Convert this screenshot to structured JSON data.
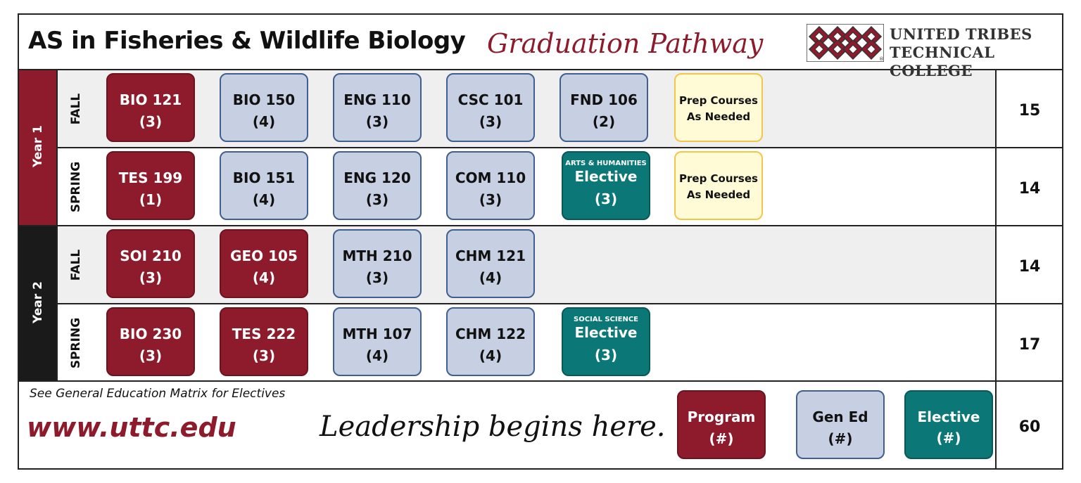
{
  "header": {
    "title": "AS in Fisheries & Wildlife Biology",
    "subtitle": "Graduation Pathway",
    "logo_line1": "UNITED TRIBES",
    "logo_line2": "TECHNICAL COLLEGE",
    "logo_mark": "®"
  },
  "colors": {
    "program": "#8e1b2c",
    "gened": "#c6d0e2",
    "elective": "#0b7877",
    "prep": "#fffbd6",
    "year2": "#1a1a1a"
  },
  "years": [
    {
      "label": "Year 1",
      "terms": [
        {
          "name": "FALL",
          "credits": "15",
          "courses": [
            {
              "type": "program",
              "code": "BIO 121",
              "credits": "(3)"
            },
            {
              "type": "gened",
              "code": "BIO 150",
              "credits": "(4)"
            },
            {
              "type": "gened",
              "code": "ENG 110",
              "credits": "(3)"
            },
            {
              "type": "gened",
              "code": "CSC 101",
              "credits": "(3)"
            },
            {
              "type": "gened",
              "code": "FND 106",
              "credits": "(2)"
            },
            {
              "type": "prep",
              "code": "Prep Courses",
              "credits": "As Needed"
            }
          ]
        },
        {
          "name": "SPRING",
          "credits": "14",
          "courses": [
            {
              "type": "program",
              "code": "TES 199",
              "credits": "(1)"
            },
            {
              "type": "gened",
              "code": "BIO 151",
              "credits": "(4)"
            },
            {
              "type": "gened",
              "code": "ENG 120",
              "credits": "(3)"
            },
            {
              "type": "gened",
              "code": "COM 110",
              "credits": "(3)"
            },
            {
              "type": "elective",
              "tag": "ARTS & HUMANITIES",
              "code": "Elective",
              "credits": "(3)"
            },
            {
              "type": "prep",
              "code": "Prep Courses",
              "credits": "As Needed"
            }
          ]
        }
      ]
    },
    {
      "label": "Year 2",
      "terms": [
        {
          "name": "FALL",
          "credits": "14",
          "courses": [
            {
              "type": "program",
              "code": "SOI 210",
              "credits": "(3)"
            },
            {
              "type": "program",
              "code": "GEO 105",
              "credits": "(4)"
            },
            {
              "type": "gened",
              "code": "MTH 210",
              "credits": "(3)"
            },
            {
              "type": "gened",
              "code": "CHM 121",
              "credits": "(4)"
            }
          ]
        },
        {
          "name": "SPRING",
          "credits": "17",
          "courses": [
            {
              "type": "program",
              "code": "BIO 230",
              "credits": "(3)"
            },
            {
              "type": "program",
              "code": "TES 222",
              "credits": "(3)"
            },
            {
              "type": "gened",
              "code": "MTH 107",
              "credits": "(4)"
            },
            {
              "type": "gened",
              "code": "CHM 122",
              "credits": "(4)"
            },
            {
              "type": "elective",
              "tag": "SOCIAL SCIENCE",
              "code": "Elective",
              "credits": "(3)"
            }
          ]
        }
      ]
    }
  ],
  "footer": {
    "note": "See General Education Matrix for Electives",
    "url": "www.uttc.edu",
    "tagline": "Leadership begins here.",
    "total_credits": "60",
    "legend": [
      {
        "type": "program",
        "label": "Program",
        "value": "(#)"
      },
      {
        "type": "gened",
        "label": "Gen Ed",
        "value": "(#)"
      },
      {
        "type": "elective",
        "label": "Elective",
        "value": "(#)"
      }
    ]
  }
}
